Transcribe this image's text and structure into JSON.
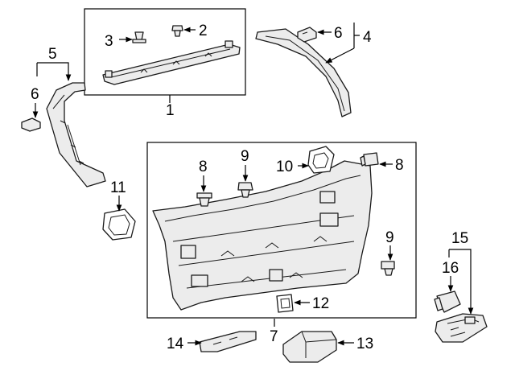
{
  "callouts": {
    "c1": "1",
    "c2": "2",
    "c3": "3",
    "c4": "4",
    "c5": "5",
    "c6a": "6",
    "c6b": "6",
    "c7": "7",
    "c8a": "8",
    "c8b": "8",
    "c9a": "9",
    "c9b": "9",
    "c10": "10",
    "c11": "11",
    "c12": "12",
    "c13": "13",
    "c14": "14",
    "c15": "15",
    "c16": "16"
  },
  "colors": {
    "line": "#1a1a1a",
    "part_fill": "#ececec",
    "background": "#ffffff"
  }
}
